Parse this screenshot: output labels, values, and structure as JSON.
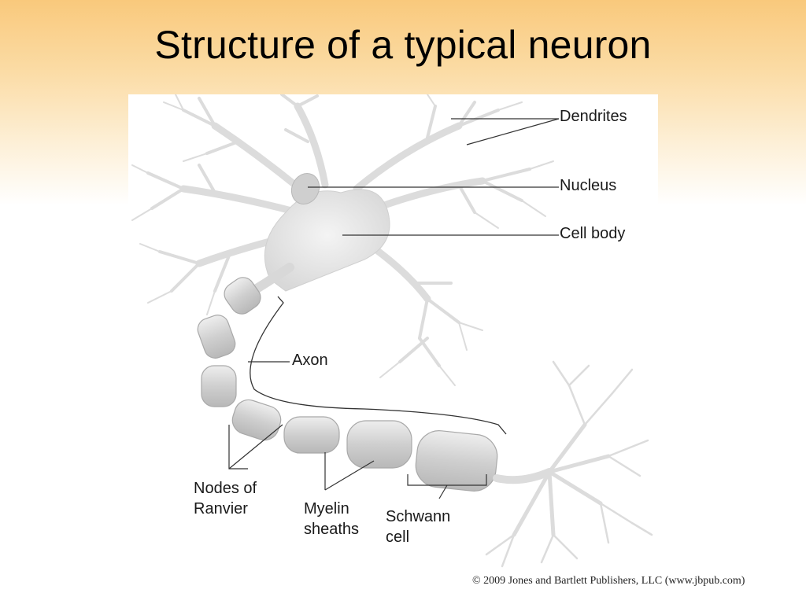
{
  "slide": {
    "title": "Structure of a typical neuron"
  },
  "labels": {
    "dendrites": "Dendrites",
    "nucleus": "Nucleus",
    "cell_body": "Cell body",
    "axon": "Axon",
    "nodes_of_ranvier": [
      "Nodes of",
      "Ranvier"
    ],
    "myelin_sheaths": [
      "Myelin",
      "sheaths"
    ],
    "schwann_cell": [
      "Schwann",
      "cell"
    ]
  },
  "credit": "© 2009 Jones and Bartlett Publishers, LLC (www.jbpub.com)"
}
